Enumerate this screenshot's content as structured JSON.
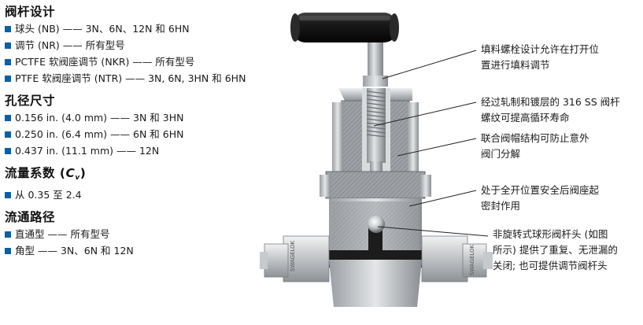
{
  "sections": [
    {
      "title": "阀杆设计",
      "items": [
        "球头 (NB) —— 3N、6N、12N 和 6HN",
        "调节 (NR) —— 所有型号",
        "PCTFE 软阀座调节 (NKR) —— 所有型号",
        "PTFE 软阀座调节 (NTR) —— 3N, 6N, 3HN 和 6HN"
      ]
    },
    {
      "title": "孔径尺寸",
      "items": [
        "0.156 in. (4.0 mm) —— 3N 和 3HN",
        "0.250 in. (6.4 mm) —— 6N 和 6HN",
        "0.437 in. (11.1 mm) —— 12N"
      ]
    },
    {
      "title_prefix": "流量系数 (",
      "title_c": "C",
      "title_sub": "v",
      "title_suffix": ")",
      "items": [
        "从 0.35 至 2.4"
      ]
    },
    {
      "title": "流通路径",
      "items": [
        "直通型 —— 所有型号",
        "角型 —— 3N、6N 和 12N"
      ]
    }
  ],
  "annotations": [
    {
      "lines": [
        "填料螺栓设计允许在打开位",
        "置进行填料调节"
      ]
    },
    {
      "lines": [
        "经过轧制和镀层的 316 SS 阀杆",
        "螺纹可提高循环寿命"
      ]
    },
    {
      "lines": [
        "联合阀帽结构可防止意外",
        "阀门分解"
      ]
    },
    {
      "lines": [
        "处于全开位置安全后阀座起",
        "密封作用"
      ]
    },
    {
      "lines": [
        "非旋转式球形阀杆头 (如图",
        "所示) 提供了重复、无泄漏的",
        "关闭; 也可提供调节阀杆头"
      ]
    }
  ],
  "body_marking": "SWAGELOK",
  "colors": {
    "bullet": "#0a5fa8",
    "handle": "#141414",
    "metal": "#b9bcbf"
  }
}
